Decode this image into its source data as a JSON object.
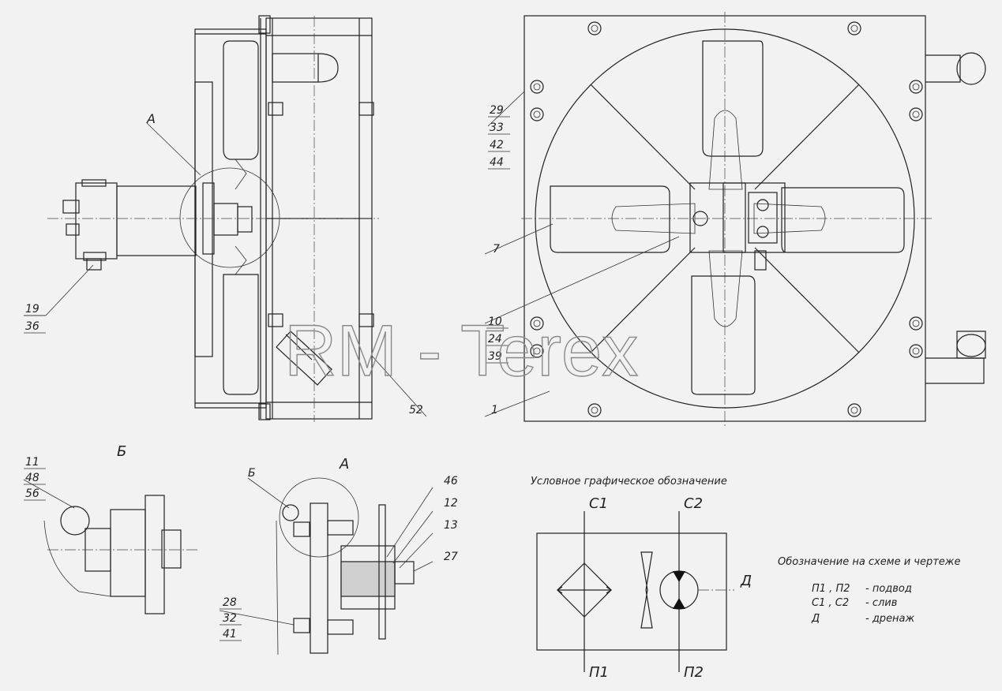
{
  "watermark": "RM - Terex",
  "views": {
    "view_b_title": "Б",
    "view_a_title": "А",
    "callout_a_side": "А",
    "callout_b_detail": "Б"
  },
  "leaders": {
    "side": {
      "top": "19",
      "bottom": "36"
    },
    "flange": {
      "l1": "29",
      "l2": "33",
      "l3": "42",
      "l4": "44"
    },
    "disc": "7",
    "hub": {
      "l1": "10",
      "l2": "24",
      "l3": "39"
    },
    "frame": "1",
    "nozzle": "52",
    "grease": {
      "l1": "11",
      "l2": "48",
      "l3": "56"
    },
    "bolt": {
      "l1": "28",
      "l2": "32",
      "l3": "41"
    },
    "d46": "46",
    "d12": "12",
    "d13": "13",
    "d27": "27"
  },
  "symbol": {
    "title": "Условное графическое обозначение",
    "c1": "С1",
    "c2": "С2",
    "p1": "П1",
    "p2": "П2",
    "d": "Д"
  },
  "legend": {
    "title": "Обозначение на схеме и чертеже",
    "row1_code": "П1 , П2",
    "row1_desc": "- подвод",
    "row2_code": "С1 , С2",
    "row2_desc": "- слив",
    "row3_code": "Д",
    "row3_desc": "- дренаж"
  }
}
